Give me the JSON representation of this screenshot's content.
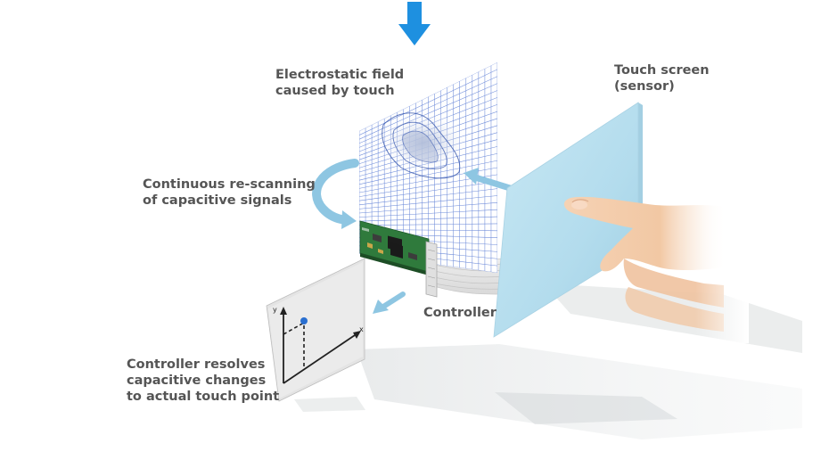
{
  "labels": {
    "electrostatic_field": [
      "Electrostatic field",
      "caused by touch"
    ],
    "touch_screen": [
      "Touch screen",
      "(sensor)"
    ],
    "rescanning": [
      "Continuous re-scanning",
      "of capacitive signals"
    ],
    "controller": "Controller",
    "resolves": [
      "Controller resolves",
      "capacitive changes",
      "to actual touch point"
    ]
  },
  "colors": {
    "indicator_arrow": "#1e90e0",
    "flow_arrow": "#8ec6e2",
    "grid_line": "#4a6fd0",
    "sensor_panel": "#b3dced",
    "circuit_board": "#2f7a3c",
    "label_text": "#555555",
    "skin": "#f2c8a4"
  },
  "icons": {
    "top": "down-arrow-icon",
    "field": "electrostatic-grid-icon",
    "board": "controller-board-icon",
    "graph": "xy-graph-icon",
    "hand": "pointing-hand-icon"
  }
}
